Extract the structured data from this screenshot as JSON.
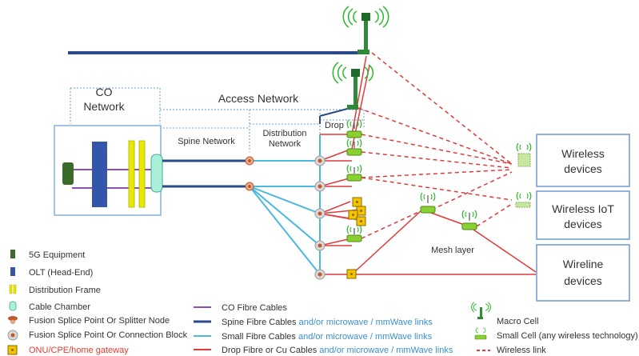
{
  "labels": {
    "co_network_l1": "CO",
    "co_network_l2": "Network",
    "access_network": "Access Network",
    "spine_network": "Spine Network",
    "distribution_network_l1": "Distribution",
    "distribution_network_l2": "Network",
    "drop": "Drop",
    "mesh_layer": "Mesh layer"
  },
  "device_boxes": {
    "wireless_l1": "Wireless",
    "wireless_l2": "devices",
    "iot_l1": "Wireless IoT",
    "iot_l2": "devices",
    "wireline_l1": "Wireline",
    "wireline_l2": "devices"
  },
  "legend_left": [
    {
      "text": "5G Equipment",
      "color": "#3a6b2a"
    },
    {
      "text": "OLT (Head-End)",
      "color": "#3355aa"
    },
    {
      "text": "Distribution Frame",
      "color": "#e8e800"
    },
    {
      "text": "Cable Chamber",
      "color": "#a8f0d8"
    },
    {
      "text": "Fusion Splice Point Or Splitter Node",
      "color": "#c05a2a"
    },
    {
      "text": "Fusion Splice Point Or Connection Block",
      "color": "#c05a2a"
    },
    {
      "text": "ONU/CPE/home gateway",
      "color": "#e83a2a"
    }
  ],
  "legend_mid": [
    {
      "main": "CO Fibre Cables",
      "suffix": "",
      "color": "#8a4fb8"
    },
    {
      "main": "Spine Fibre Cables ",
      "suffix": "and/or microwave / mmWave links",
      "color": "#2a4a8a"
    },
    {
      "main": "Small Fibre Cables ",
      "suffix": "and/or microwave / mmWave links",
      "color": "#4ab8e0"
    },
    {
      "main": "Drop Fibre or Cu Cables ",
      "suffix": "and/or microwave / mmWave links",
      "color": "#e03a3a"
    }
  ],
  "legend_right": [
    {
      "text": "Macro Cell"
    },
    {
      "text": "Small Cell (any wireless technology)"
    },
    {
      "text": "Wireless link"
    }
  ],
  "colors": {
    "spine": "#2a4a8a",
    "small": "#4ab8e0",
    "drop": "#e03a3a",
    "co": "#8a4fb8",
    "olt": "#3355aa",
    "macro": "#2e8a3a",
    "signal": "#2ab82a",
    "dim": "#6a9bd0"
  }
}
